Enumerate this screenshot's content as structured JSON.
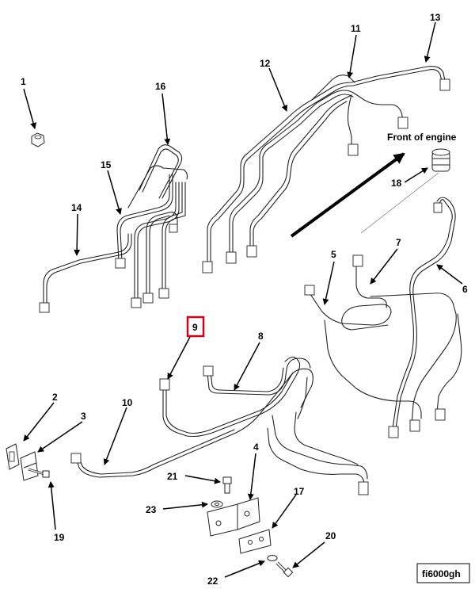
{
  "callouts": {
    "c1": "1",
    "c2": "2",
    "c3": "3",
    "c4": "4",
    "c5": "5",
    "c6": "6",
    "c7": "7",
    "c8": "8",
    "c9": "9",
    "c10": "10",
    "c11": "11",
    "c12": "12",
    "c13": "13",
    "c14": "14",
    "c15": "15",
    "c16": "16",
    "c17": "17",
    "c18": "18",
    "c19": "19",
    "c20": "20",
    "c21": "21",
    "c22": "22",
    "c23": "23"
  },
  "highlighted_callout": "9",
  "highlight_color": "#d0021b",
  "engine_direction_label": "Front of engine",
  "figure_id": "fi6000gh"
}
